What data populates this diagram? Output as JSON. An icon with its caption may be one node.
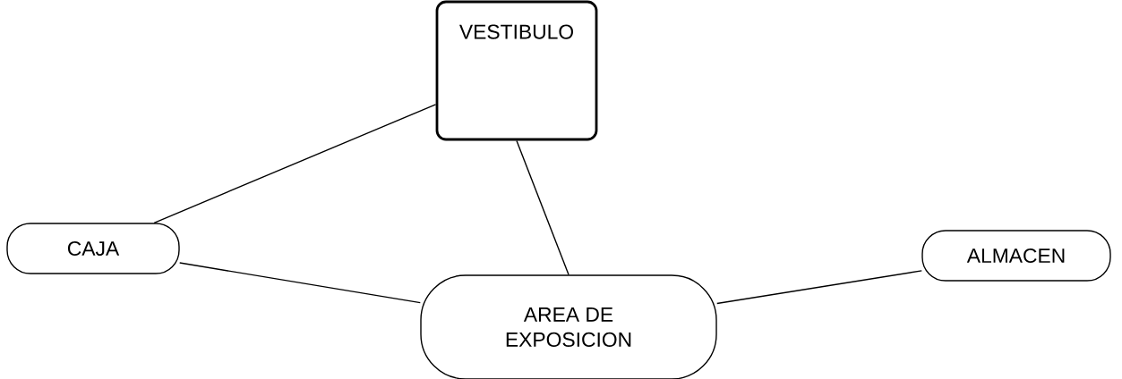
{
  "diagram": {
    "nodes": [
      {
        "text": [
          "VESTIBULO"
        ]
      },
      {
        "text": [
          "CAJA"
        ]
      },
      {
        "text": [
          "AREA DE EXPOSICION"
        ]
      },
      {
        "text": [
          "ALMACEN"
        ]
      }
    ],
    "edges": [
      {
        "from": 0,
        "to": 1,
        "arrow": "none"
      },
      {
        "from": 0,
        "to": 2,
        "arrow": "none"
      },
      {
        "from": 1,
        "to": 2,
        "arrow": "none"
      },
      {
        "from": 2,
        "to": 3,
        "arrow": "none"
      }
    ]
  }
}
